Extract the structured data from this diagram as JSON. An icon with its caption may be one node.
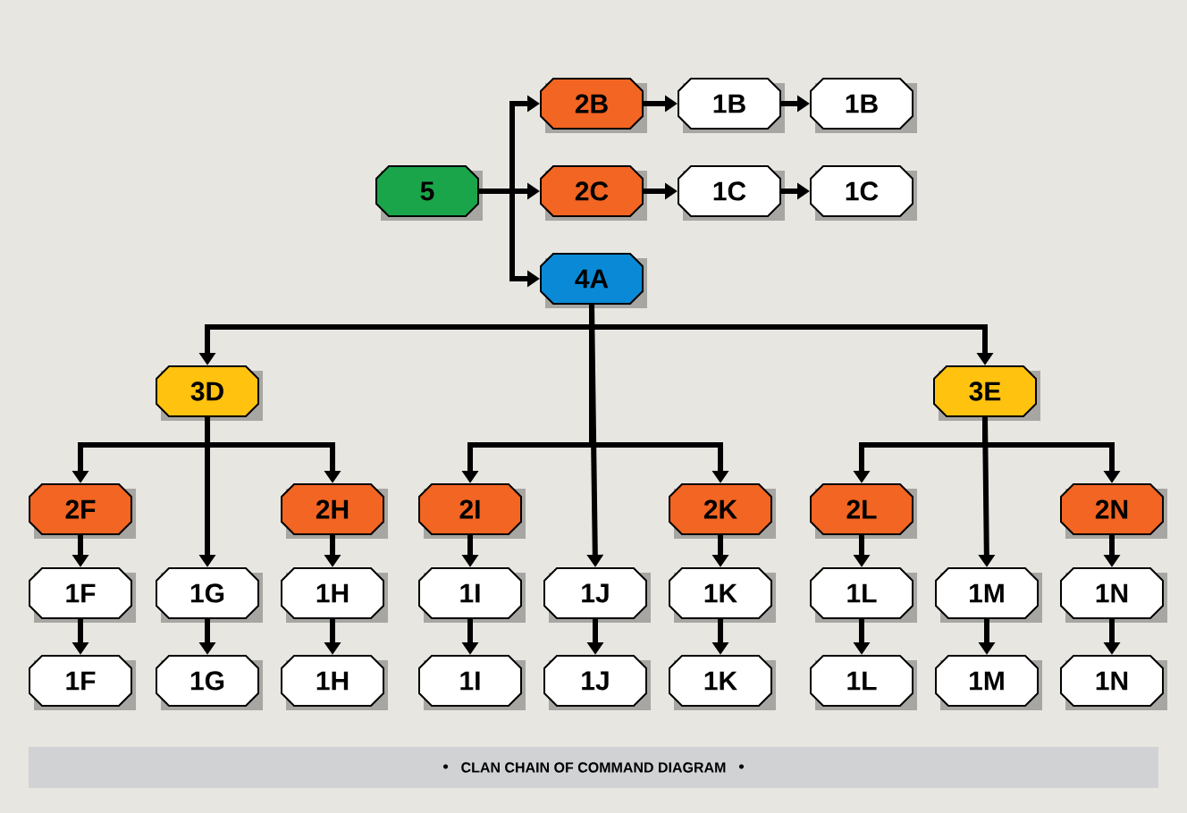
{
  "diagram": {
    "caption": "CLAN CHAIN OF COMMAND DIAGRAM",
    "nodes": [
      {
        "text": [
          "5"
        ]
      },
      {
        "text": [
          "2B"
        ]
      },
      {
        "text": [
          "1B"
        ]
      },
      {
        "text": [
          "1B"
        ]
      },
      {
        "text": [
          "2C"
        ]
      },
      {
        "text": [
          "1C"
        ]
      },
      {
        "text": [
          "1C"
        ]
      },
      {
        "text": [
          "4A"
        ]
      },
      {
        "text": [
          "3D"
        ]
      },
      {
        "text": [
          "3E"
        ]
      },
      {
        "text": [
          "2F"
        ]
      },
      {
        "text": [
          "2H"
        ]
      },
      {
        "text": [
          "2I"
        ]
      },
      {
        "text": [
          "2K"
        ]
      },
      {
        "text": [
          "2L"
        ]
      },
      {
        "text": [
          "2N"
        ]
      },
      {
        "text": [
          "1F"
        ]
      },
      {
        "text": [
          "1G"
        ]
      },
      {
        "text": [
          "1H"
        ]
      },
      {
        "text": [
          "1I"
        ]
      },
      {
        "text": [
          "1J"
        ]
      },
      {
        "text": [
          "1K"
        ]
      },
      {
        "text": [
          "1L"
        ]
      },
      {
        "text": [
          "1M"
        ]
      },
      {
        "text": [
          "1N"
        ]
      },
      {
        "text": [
          "1F"
        ]
      },
      {
        "text": [
          "1G"
        ]
      },
      {
        "text": [
          "1H"
        ]
      },
      {
        "text": [
          "1I"
        ]
      },
      {
        "text": [
          "1J"
        ]
      },
      {
        "text": [
          "1K"
        ]
      },
      {
        "text": [
          "1L"
        ]
      },
      {
        "text": [
          "1M"
        ]
      },
      {
        "text": [
          "1N"
        ]
      }
    ],
    "edges": [
      {
        "from": 0,
        "to": 1,
        "arrow": "to"
      },
      {
        "from": 0,
        "to": 4,
        "arrow": "to"
      },
      {
        "from": 0,
        "to": 7,
        "arrow": "to"
      },
      {
        "from": 1,
        "to": 2,
        "arrow": "to"
      },
      {
        "from": 2,
        "to": 3,
        "arrow": "to"
      },
      {
        "from": 4,
        "to": 5,
        "arrow": "to"
      },
      {
        "from": 5,
        "to": 6,
        "arrow": "to"
      },
      {
        "from": 7,
        "to": 8,
        "arrow": "to"
      },
      {
        "from": 7,
        "to": 9,
        "arrow": "to"
      },
      {
        "from": 7,
        "to": 12,
        "arrow": "to"
      },
      {
        "from": 7,
        "to": 20,
        "arrow": "to"
      },
      {
        "from": 7,
        "to": 13,
        "arrow": "to"
      },
      {
        "from": 8,
        "to": 10,
        "arrow": "to"
      },
      {
        "from": 8,
        "to": 17,
        "arrow": "to"
      },
      {
        "from": 8,
        "to": 11,
        "arrow": "to"
      },
      {
        "from": 9,
        "to": 14,
        "arrow": "to"
      },
      {
        "from": 9,
        "to": 23,
        "arrow": "to"
      },
      {
        "from": 9,
        "to": 15,
        "arrow": "to"
      },
      {
        "from": 10,
        "to": 16,
        "arrow": "to"
      },
      {
        "from": 11,
        "to": 18,
        "arrow": "to"
      },
      {
        "from": 12,
        "to": 19,
        "arrow": "to"
      },
      {
        "from": 13,
        "to": 21,
        "arrow": "to"
      },
      {
        "from": 14,
        "to": 22,
        "arrow": "to"
      },
      {
        "from": 15,
        "to": 24,
        "arrow": "to"
      },
      {
        "from": 16,
        "to": 25,
        "arrow": "to"
      },
      {
        "from": 17,
        "to": 26,
        "arrow": "to"
      },
      {
        "from": 18,
        "to": 27,
        "arrow": "to"
      },
      {
        "from": 19,
        "to": 28,
        "arrow": "to"
      },
      {
        "from": 20,
        "to": 29,
        "arrow": "to"
      },
      {
        "from": 21,
        "to": 30,
        "arrow": "to"
      },
      {
        "from": 22,
        "to": 31,
        "arrow": "to"
      },
      {
        "from": 23,
        "to": 32,
        "arrow": "to"
      },
      {
        "from": 24,
        "to": 33,
        "arrow": "to"
      }
    ]
  }
}
